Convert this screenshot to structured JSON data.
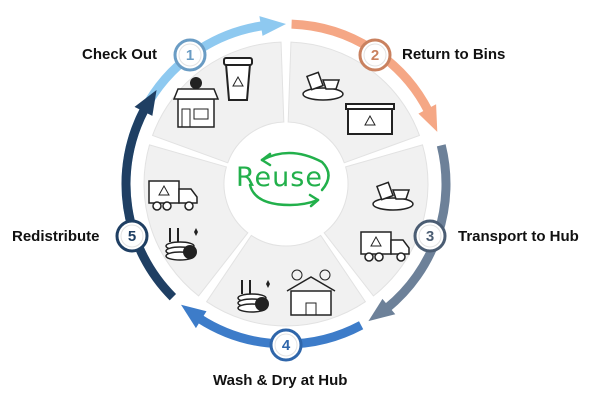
{
  "title": "Reuse",
  "steps": [
    {
      "number": "1",
      "label": "Check Out",
      "color": "#8ec9f0",
      "badge_color": "#6a9cc4",
      "icons": [
        "store-icon",
        "recycle-cup-icon"
      ]
    },
    {
      "number": "2",
      "label": "Return to Bins",
      "color": "#f5a785",
      "badge_color": "#c9815f",
      "icons": [
        "dishes-icon",
        "recycle-bin-icon"
      ]
    },
    {
      "number": "3",
      "label": "Transport to Hub",
      "color": "#6d8199",
      "badge_color": "#4b5d73",
      "icons": [
        "dishes-icon",
        "truck-icon"
      ]
    },
    {
      "number": "4",
      "label": "Wash & Dry at Hub",
      "color": "#3d7cc9",
      "badge_color": "#2f66aa",
      "icons": [
        "clean-dishes-icon",
        "hub-building-icon"
      ]
    },
    {
      "number": "5",
      "label": "Redistribute",
      "color": "#1f3f63",
      "badge_color": "#1f3f63",
      "icons": [
        "truck-icon",
        "clean-dishes-icon"
      ]
    }
  ],
  "center_color": "#22b04b"
}
